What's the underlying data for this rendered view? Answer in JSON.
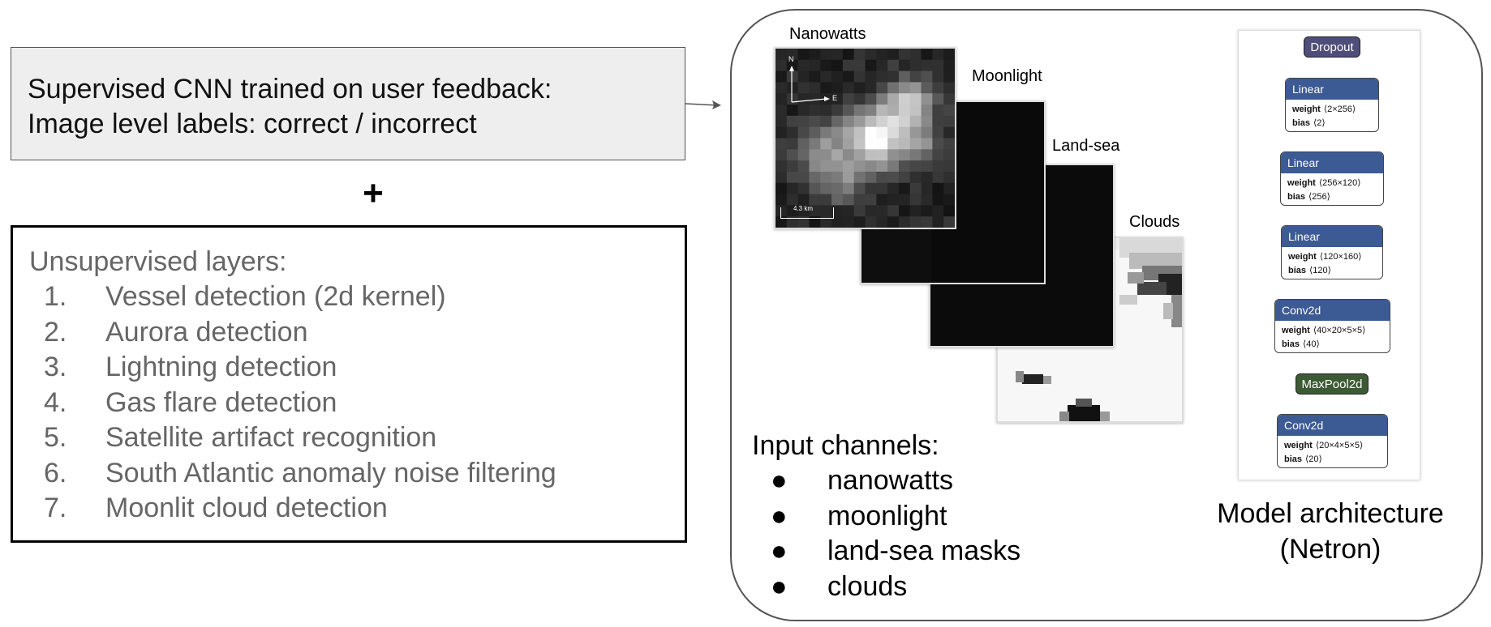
{
  "supervised": {
    "line1": "Supervised CNN trained on user feedback:",
    "line2": "Image level labels: correct / incorrect"
  },
  "plus": "+",
  "unsupervised": {
    "title": "Unsupervised layers:",
    "items": [
      {
        "num": "1.",
        "label": "Vessel detection (2d kernel)"
      },
      {
        "num": "2.",
        "label": "Aurora detection"
      },
      {
        "num": "3.",
        "label": "Lightning detection"
      },
      {
        "num": "4.",
        "label": "Gas flare detection"
      },
      {
        "num": "5.",
        "label": "Satellite artifact recognition"
      },
      {
        "num": "6.",
        "label": "South Atlantic anomaly noise filtering"
      },
      {
        "num": "7.",
        "label": "Moonlit cloud detection"
      }
    ]
  },
  "channels": {
    "nanowatts": "Nanowatts",
    "moonlight": "Moonlight",
    "landsea": "Land-sea",
    "clouds": "Clouds",
    "compass_n": "N",
    "compass_e": "E",
    "scale": "4.3 km"
  },
  "inputs": {
    "title": "Input channels:",
    "bullet": "●",
    "items": [
      "nanowatts",
      "moonlight",
      "land-sea masks",
      "clouds"
    ]
  },
  "architecture": {
    "dropout": "Dropout",
    "maxpool": "MaxPool2d",
    "weight_label": "weight",
    "bias_label": "bias",
    "layers": [
      {
        "name": "Linear",
        "weight": "⟨2×256⟩",
        "bias": "⟨2⟩"
      },
      {
        "name": "Linear",
        "weight": "⟨256×120⟩",
        "bias": "⟨256⟩"
      },
      {
        "name": "Linear",
        "weight": "⟨120×160⟩",
        "bias": "⟨120⟩"
      },
      {
        "name": "Conv2d",
        "weight": "⟨40×20×5×5⟩",
        "bias": "⟨40⟩"
      },
      {
        "name": "Conv2d",
        "weight": "⟨20×4×5×5⟩",
        "bias": "⟨20⟩"
      }
    ],
    "caption_line1": "Model architecture",
    "caption_line2": "(Netron)"
  },
  "colors": {
    "dropout": "#4f4e7a",
    "maxpool": "#3c5a34",
    "layer_header": "#3c5a94"
  }
}
